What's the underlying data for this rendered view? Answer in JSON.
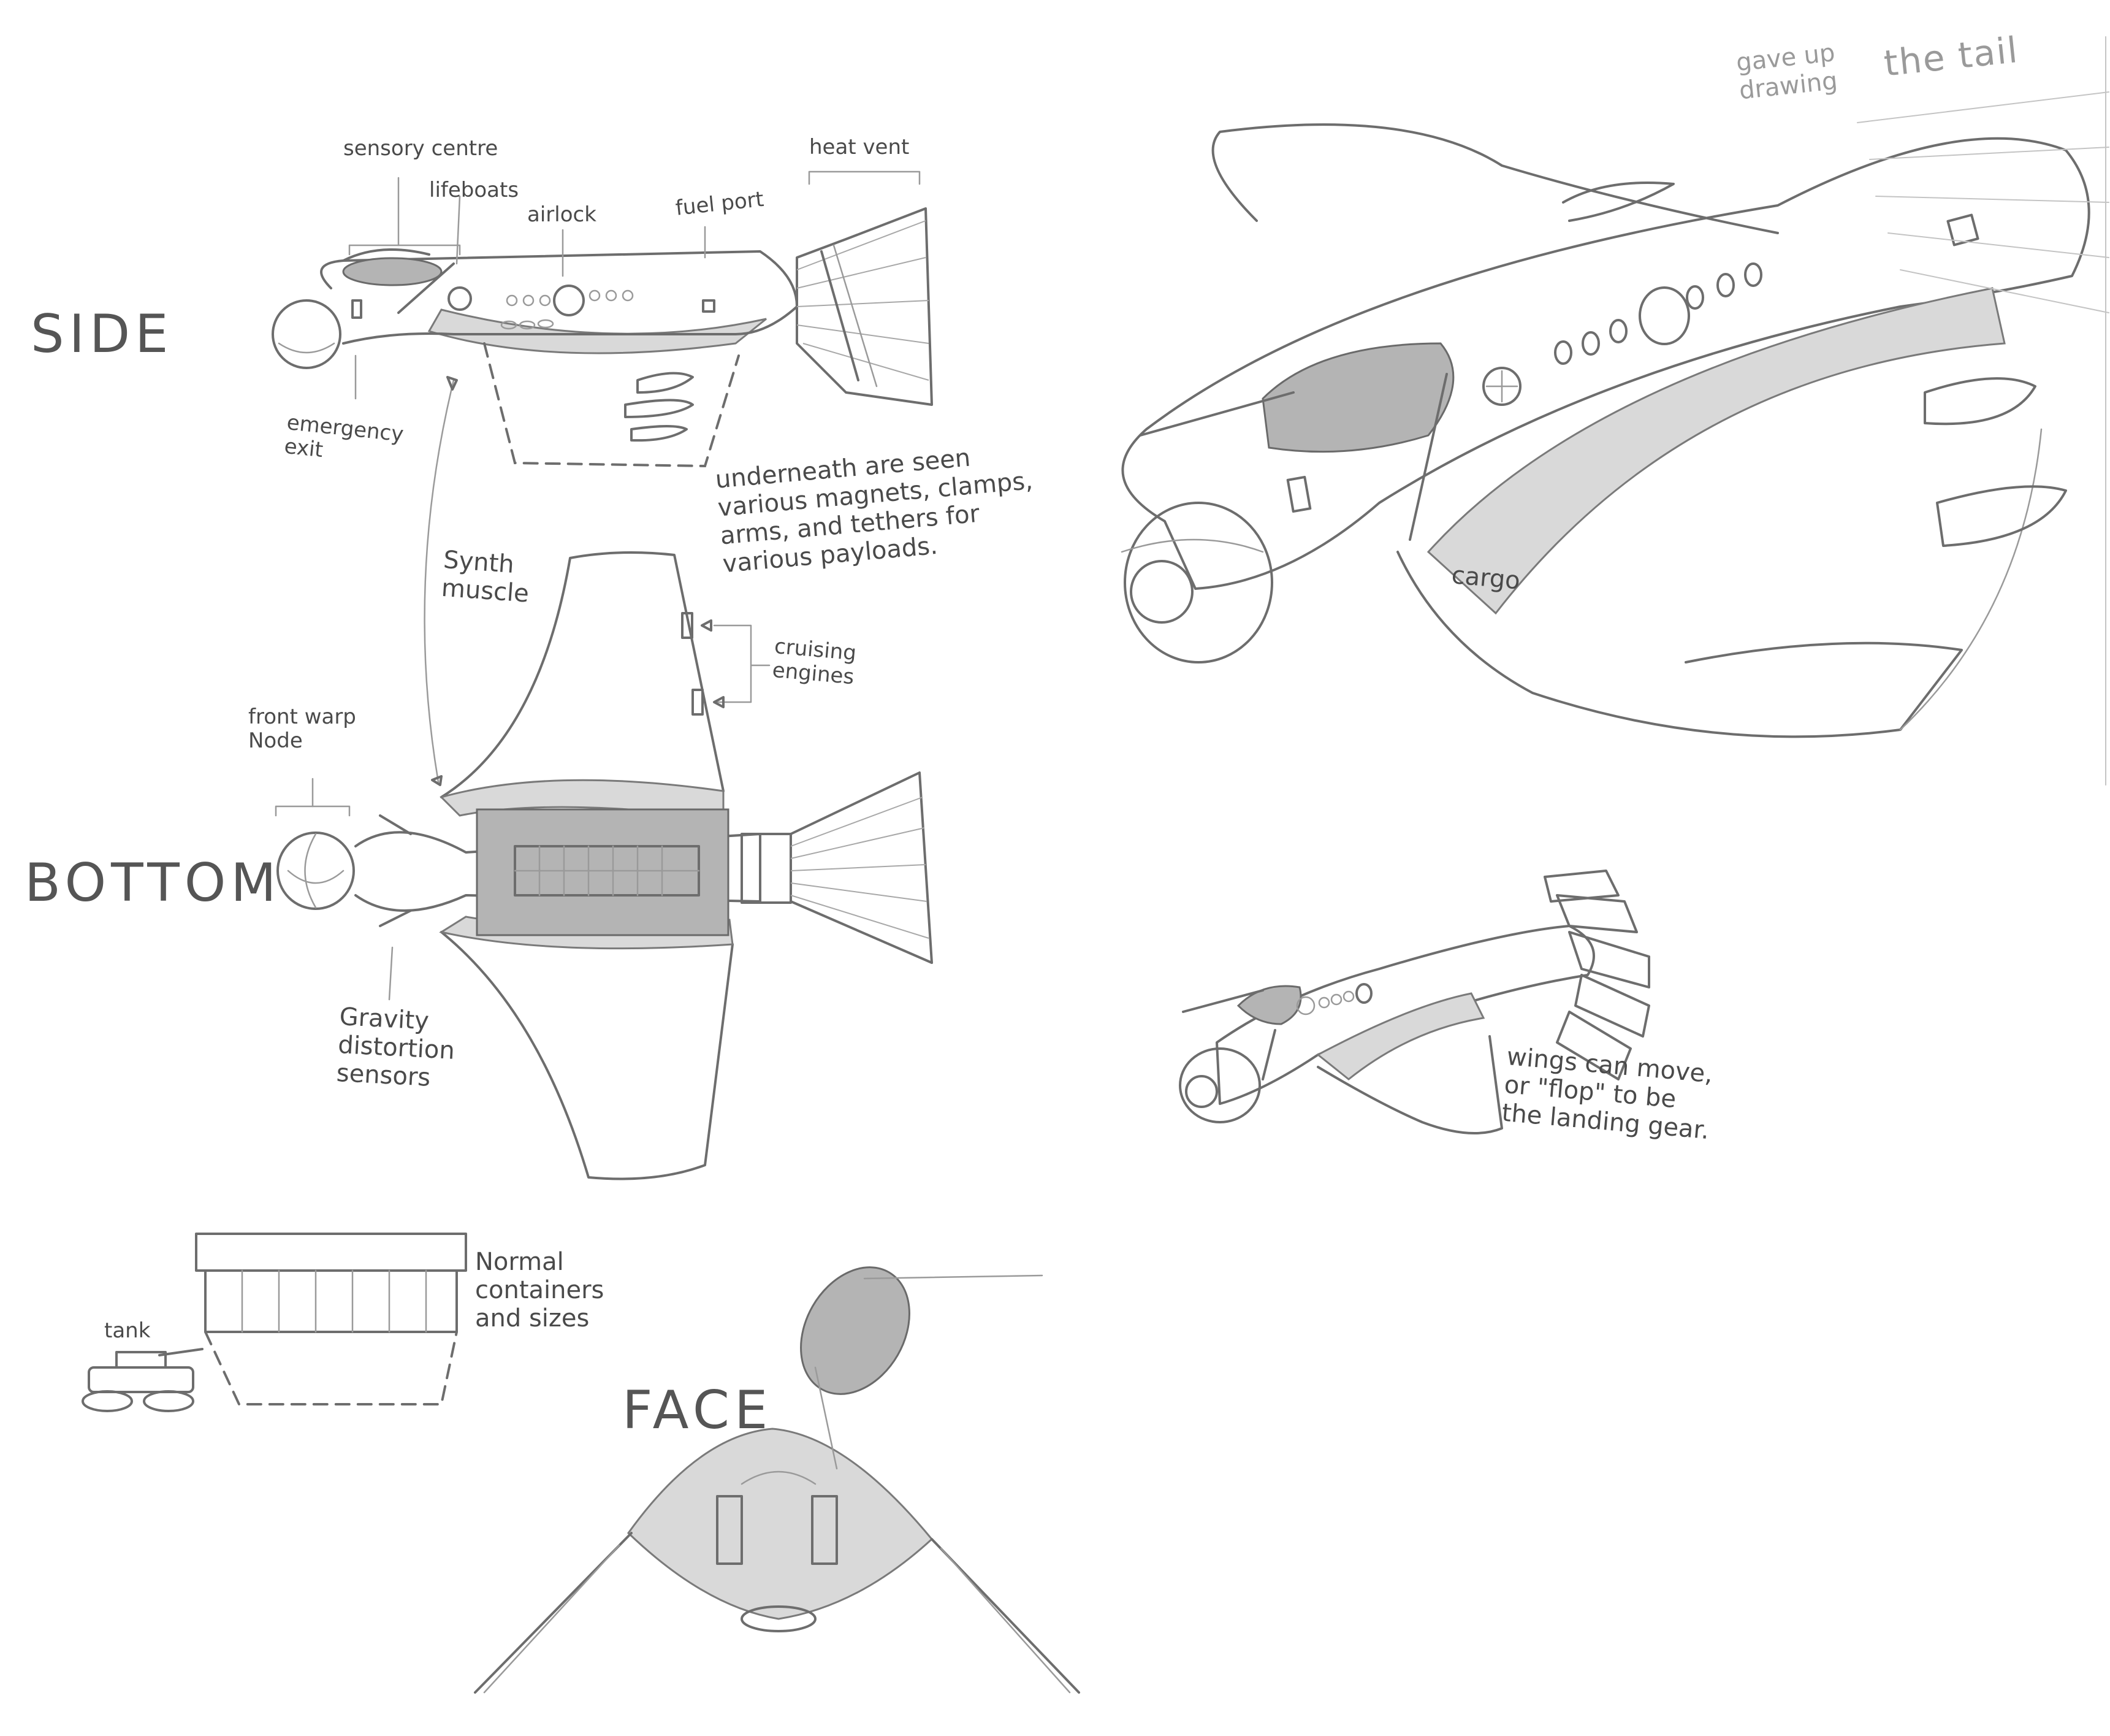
{
  "sheet": {
    "views": {
      "side": "SIDE",
      "bottom": "BOTTOM",
      "face": "FACE"
    },
    "side_labels": {
      "sensory_centre": "sensory centre",
      "lifeboats": "lifeboats",
      "airlock": "airlock",
      "fuel_port": "fuel port",
      "heat_vent": "heat vent",
      "emergency_exit": "emergency\nexit",
      "underneath_note": "underneath are seen\nvarious magnets, clamps,\narms, and tethers for\nvarious payloads."
    },
    "bottom_labels": {
      "synth_muscle": "Synth\nmuscle",
      "cruising_engines": "cruising\nengines",
      "front_warp_node": "front warp\nNode",
      "gravity_sensors": "Gravity\ndistortion\nsensors"
    },
    "misc_labels": {
      "tank": "tank",
      "containers": "Normal\ncontainers\nand sizes"
    },
    "perspective_labels": {
      "tail_note": "gave up\ndrawing",
      "the_tail": "the tail",
      "cargo": "cargo",
      "wings_note": "wings can move,\nor \"flop\" to be\nthe landing gear."
    }
  }
}
